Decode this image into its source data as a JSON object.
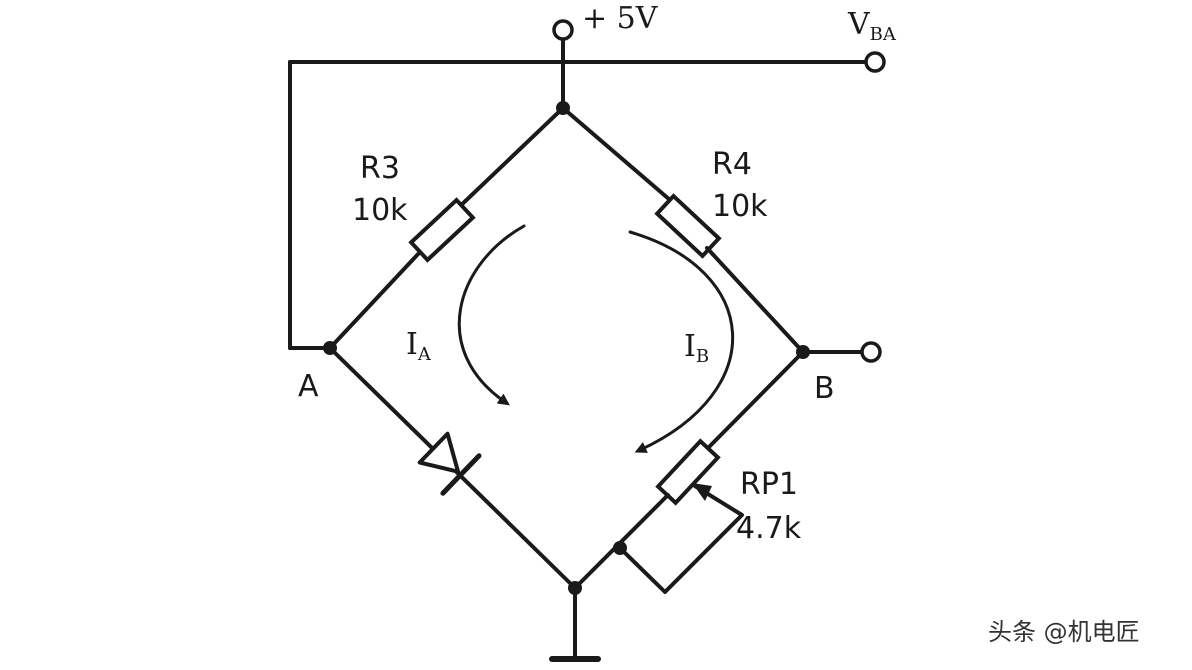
{
  "supply": {
    "label": "+ 5V"
  },
  "output": {
    "label_main": "V",
    "label_sub": "BA"
  },
  "resistors": {
    "r3": {
      "name": "R3",
      "value": "10k"
    },
    "r4": {
      "name": "R4",
      "value": "10k"
    },
    "rp1": {
      "name": "RP1",
      "value": "4.7k"
    }
  },
  "nodes": {
    "a": "A",
    "b": "B"
  },
  "currents": {
    "ia": {
      "main": "I",
      "sub": "A"
    },
    "ib": {
      "main": "I",
      "sub": "B"
    }
  },
  "watermark": "头条 @机电匠"
}
